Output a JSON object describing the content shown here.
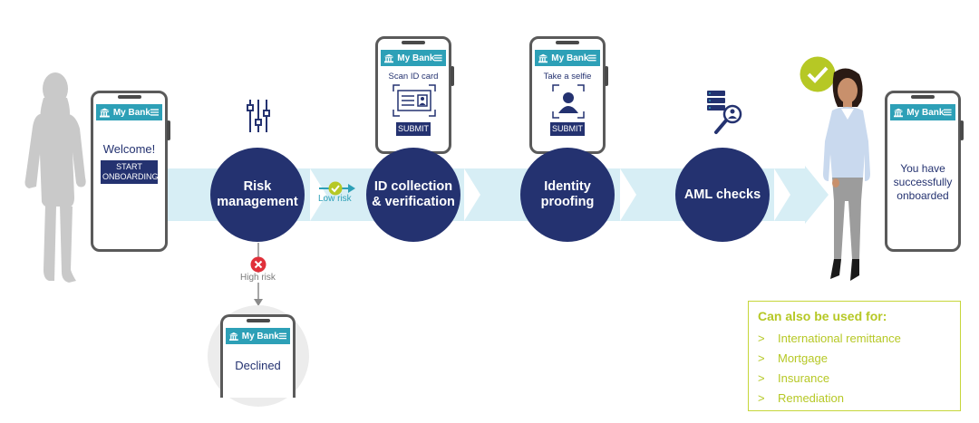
{
  "brand": {
    "name": "My Bank",
    "accent": "#2da0b7",
    "navy": "#243270",
    "green": "#b6c825"
  },
  "welcome_phone": {
    "text": "Welcome!",
    "button": "START ONBOARDING"
  },
  "steps": [
    {
      "label": "Risk management",
      "icon": "sliders-icon"
    },
    {
      "label": "ID collection & verification",
      "icon": "id-card-icon"
    },
    {
      "label": "Identity proofing",
      "icon": "selfie-icon"
    },
    {
      "label": "AML checks",
      "icon": "aml-search-icon"
    }
  ],
  "low_risk": "Low risk",
  "high_risk": "High risk",
  "declined_phone": {
    "text": "Declined"
  },
  "id_phone": {
    "caption": "Scan ID card",
    "button": "SUBMIT"
  },
  "selfie_phone": {
    "caption": "Take a selfie",
    "button": "SUBMIT"
  },
  "success_phone": {
    "text": "You have successfully onboarded"
  },
  "also_used": {
    "title": "Can also be used for:",
    "bullet": ">",
    "items": [
      "International remittance",
      "Mortgage",
      "Insurance",
      "Remediation"
    ]
  }
}
